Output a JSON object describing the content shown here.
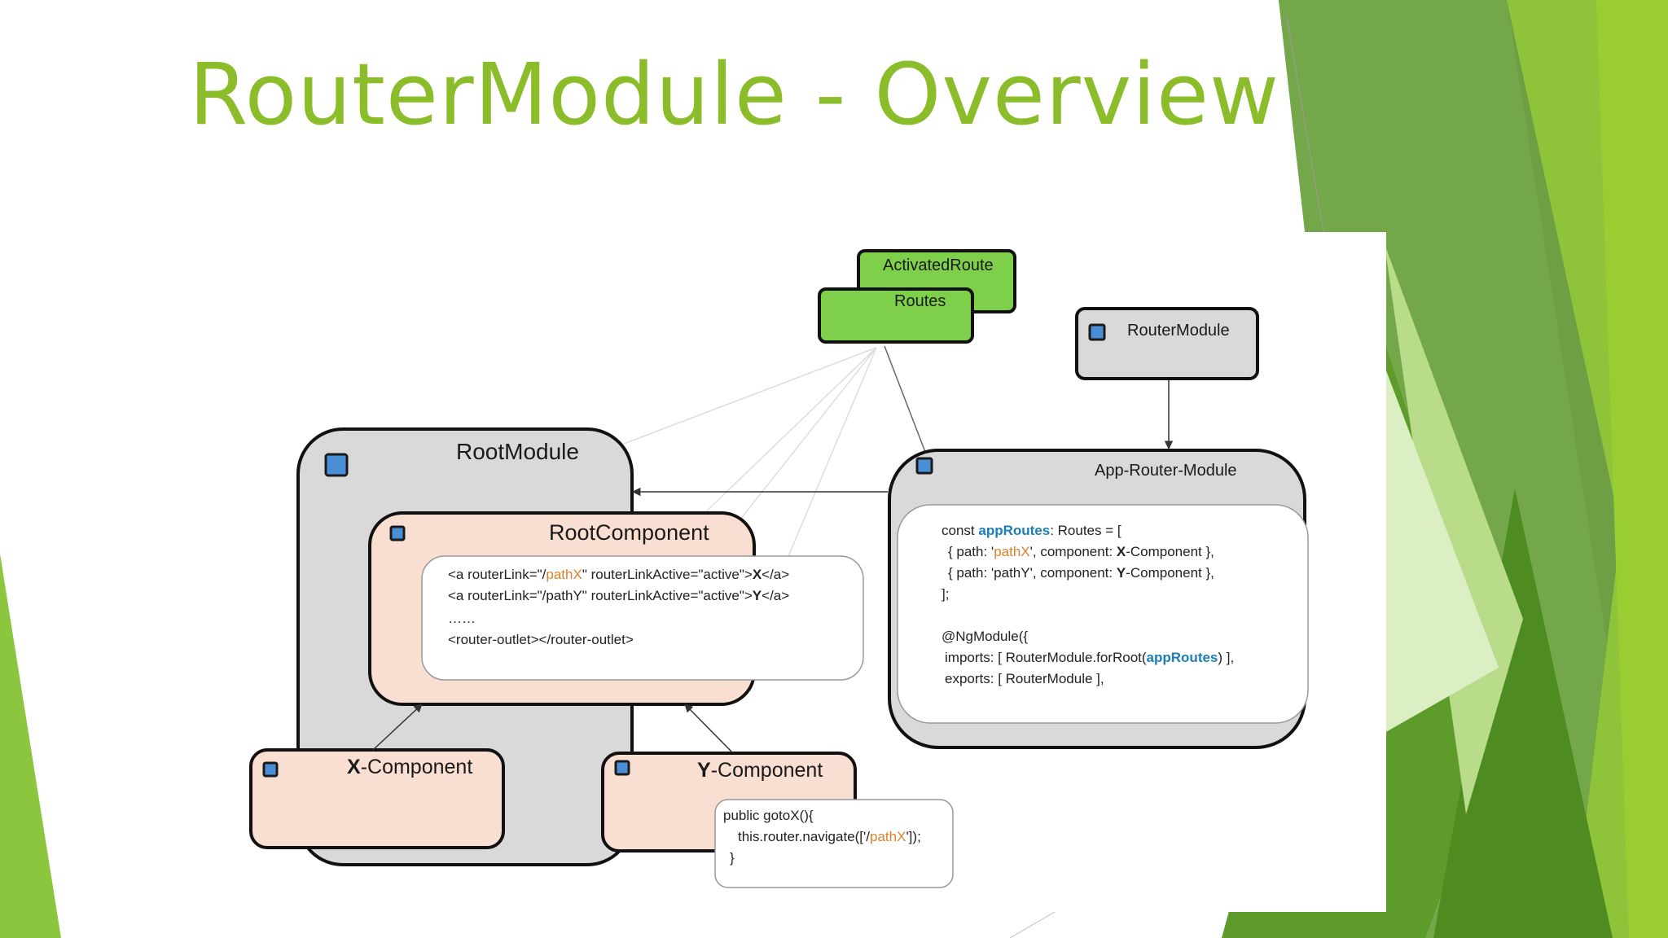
{
  "slide": {
    "title": "RouterModule - Overview",
    "accent_color": "#8bbd2b"
  },
  "diagram": {
    "activated_route": "ActivatedRoute",
    "routes": "Routes",
    "router_module": "RouterModule",
    "root_module": "RootModule",
    "root_component": "RootComponent",
    "app_router_module": "App-Router-Module",
    "x_component": {
      "prefix": "X",
      "suffix": "-Component"
    },
    "y_component": {
      "prefix": "Y",
      "suffix": "-Component"
    },
    "root_template": {
      "line1": {
        "a": "<a routerLink=\"/",
        "b": "pathX",
        "c": "\" routerLinkActive=\"active\">",
        "d": "X",
        "e": "</a>"
      },
      "line2": {
        "a": "<a routerLink=\"/pathY\" routerLinkActive=\"active\">",
        "b": "Y",
        "c": "</a>"
      },
      "line3": "……",
      "line4": "<router-outlet></router-outlet>"
    },
    "app_router_code": {
      "l1": {
        "a": "const ",
        "b": "appRoutes",
        "c": ": Routes = ["
      },
      "l2": {
        "a": "{ path: '",
        "b": "pathX",
        "c": "', component: ",
        "d": "X",
        "e": "-Component },"
      },
      "l3": {
        "a": "{ path: 'pathY', component: ",
        "b": "Y",
        "c": "-Component },"
      },
      "l4": "];",
      "l5": "@NgModule({",
      "l6": {
        "a": "imports: [ RouterModule.forRoot(",
        "b": "appRoutes",
        "c": ") ],"
      },
      "l7": "exports: [ RouterModule ],"
    },
    "y_code": {
      "l1": "public gotoX(){",
      "l2": {
        "a": "this.router.navigate(['/",
        "b": "pathX",
        "c": "']);"
      },
      "l3": "}"
    },
    "colors": {
      "gray_box": "#d9d9d9",
      "peach_box": "#f9dfd1",
      "green_box": "#7ed04b",
      "module_icon": "#4a8fd6"
    }
  }
}
